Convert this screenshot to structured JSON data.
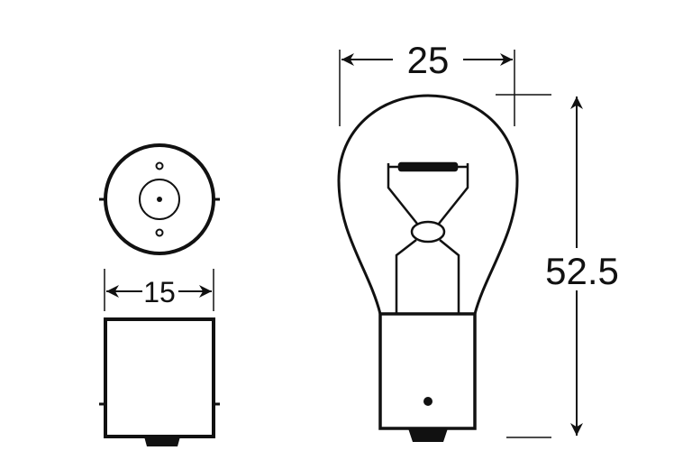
{
  "dimensions": {
    "base_diameter": "15",
    "bulb_diameter": "25",
    "bulb_height": "52.5"
  },
  "colors": {
    "line": "#111111",
    "background": "#ffffff"
  }
}
